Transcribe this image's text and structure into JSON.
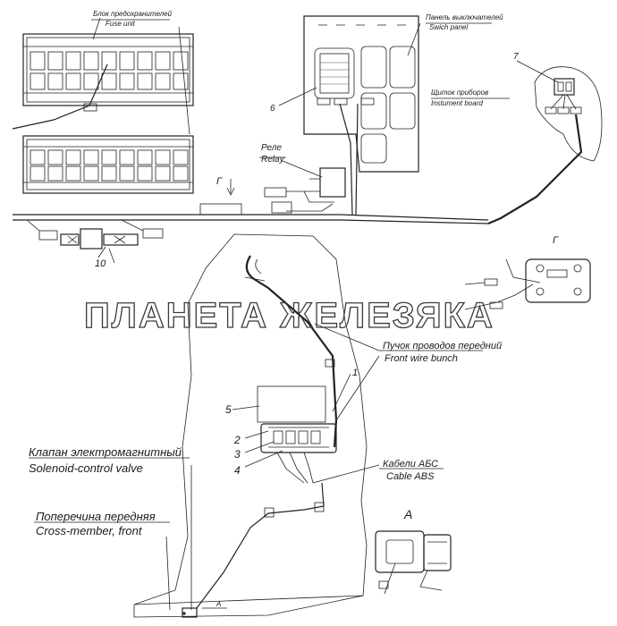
{
  "fuse_unit": {
    "label_ru": "Блок предохранителей",
    "label_en": "Fuse unit"
  },
  "switch_panel": {
    "label_ru": "Панель выключателей",
    "label_en": "Swich panel"
  },
  "instrument_board": {
    "label_ru": "Щиток приборов",
    "label_en": "Instument board"
  },
  "relay": {
    "label_ru": "Реле",
    "label_en": "Relay"
  },
  "front_wire_bunch": {
    "label_ru": "Пучок проводов передний",
    "label_en": "Front wire bunch"
  },
  "cable_abs": {
    "label_ru": "Кабели АБС",
    "label_en": "Cable ABS"
  },
  "solenoid_valve": {
    "label_ru": "Клапан электромагнитный",
    "label_en": "Solenoid-control valve"
  },
  "cross_member": {
    "label_ru": "Поперечина передняя",
    "label_en": "Cross-member, front"
  },
  "view_marks": {
    "g_top": "Г",
    "g_detail": "Г",
    "a_detail": "А",
    "a_arrow": "А"
  },
  "callouts": {
    "n1": "1",
    "n2": "2",
    "n3": "3",
    "n4": "4",
    "n5": "5",
    "n6": "6",
    "n7": "7",
    "n10": "10"
  },
  "watermark": "ПЛАНЕТА ЖЕЛЕЗЯКА"
}
